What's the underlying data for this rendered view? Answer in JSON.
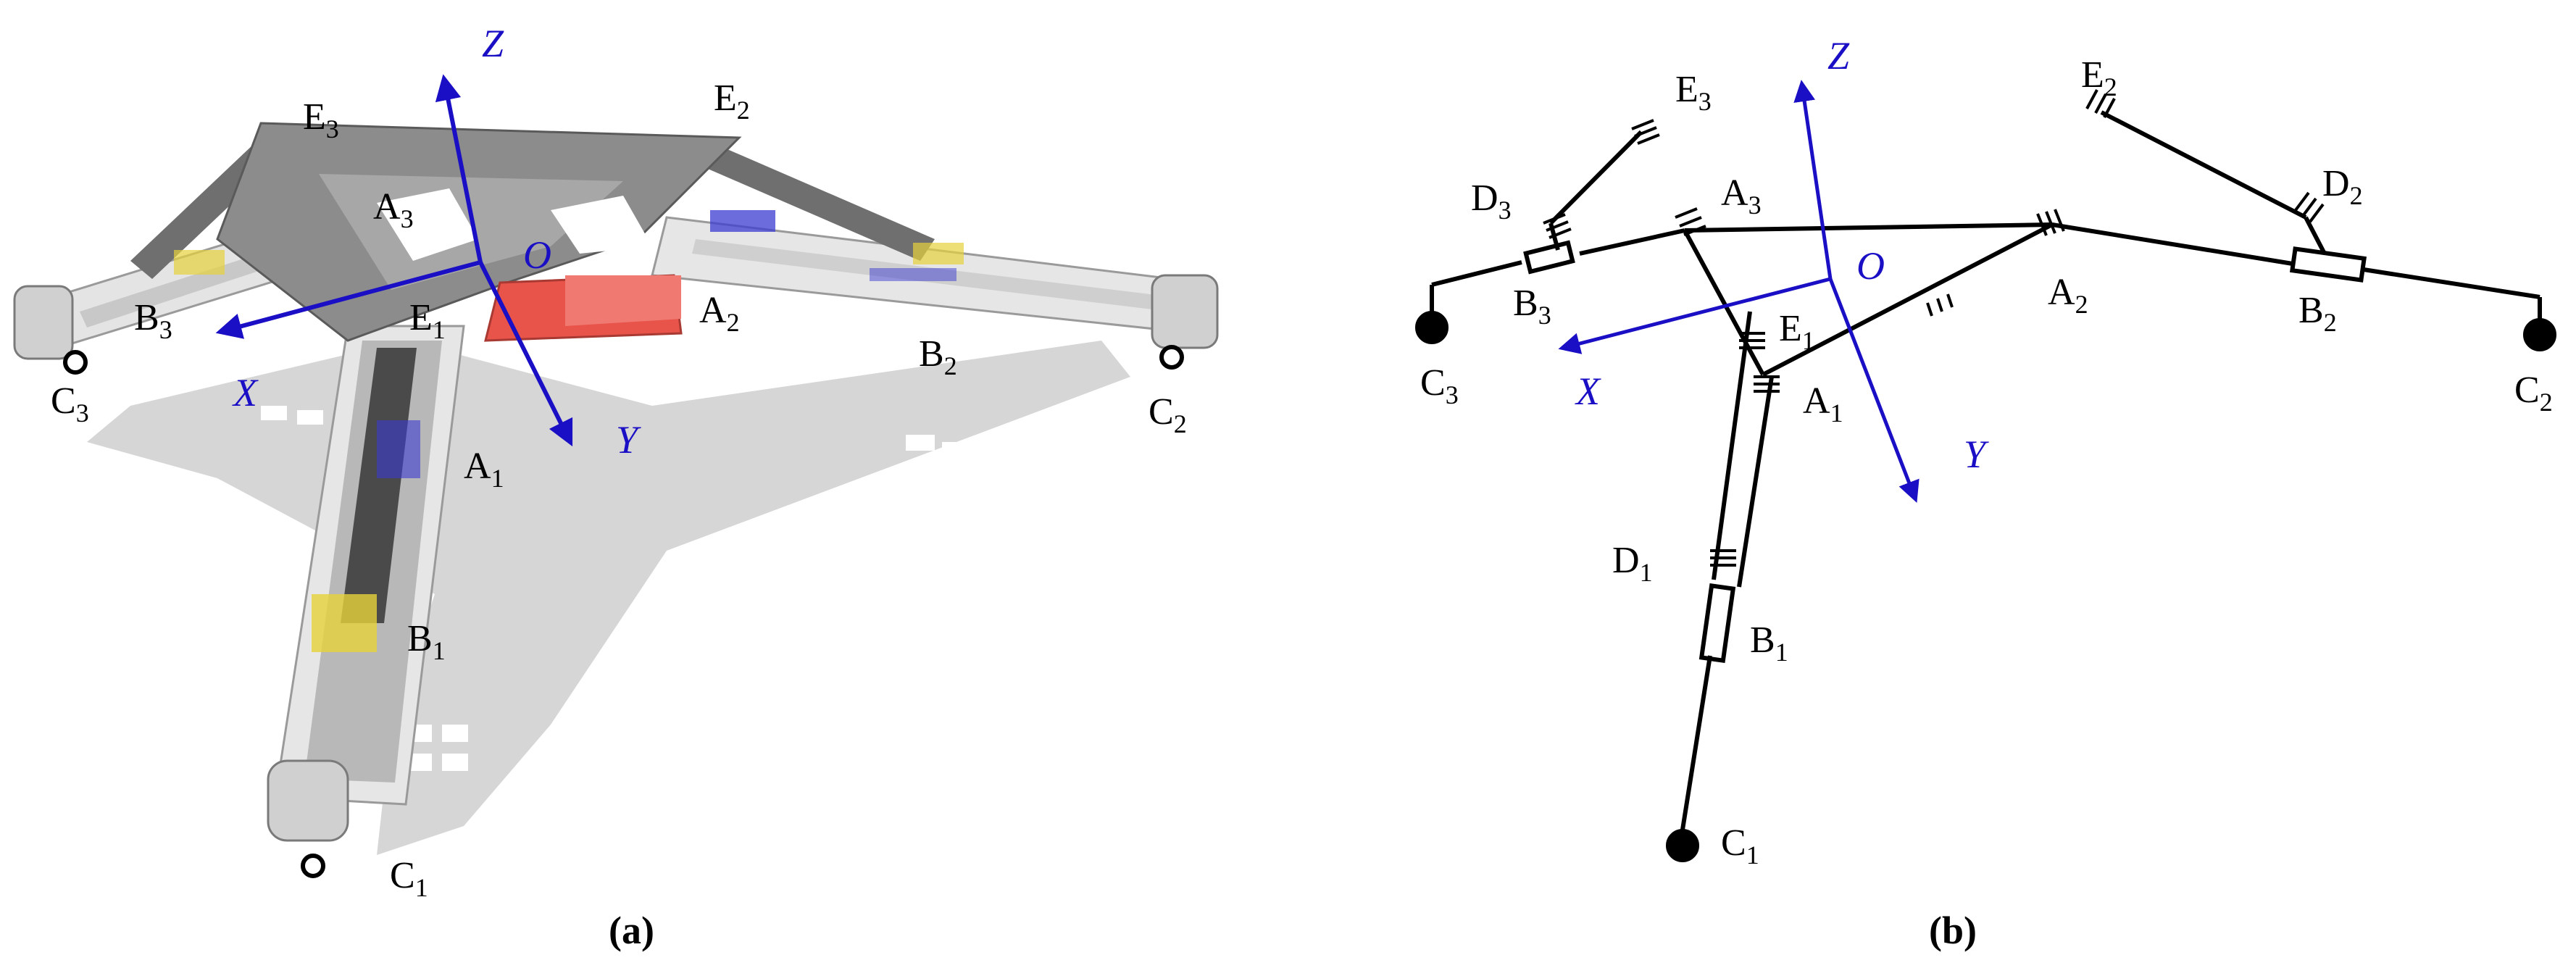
{
  "panel_a": {
    "caption": "(a)",
    "axes": {
      "x": "X",
      "y": "Y",
      "z": "Z",
      "origin": "O"
    },
    "points": [
      {
        "id": "E3",
        "base": "E",
        "sub": "3"
      },
      {
        "id": "E2",
        "base": "E",
        "sub": "2"
      },
      {
        "id": "A3",
        "base": "A",
        "sub": "3"
      },
      {
        "id": "A2",
        "base": "A",
        "sub": "2"
      },
      {
        "id": "E1",
        "base": "E",
        "sub": "1"
      },
      {
        "id": "A1",
        "base": "A",
        "sub": "1"
      },
      {
        "id": "B3",
        "base": "B",
        "sub": "3"
      },
      {
        "id": "B2",
        "base": "B",
        "sub": "2"
      },
      {
        "id": "B1",
        "base": "B",
        "sub": "1"
      },
      {
        "id": "C3",
        "base": "C",
        "sub": "3"
      },
      {
        "id": "C2",
        "base": "C",
        "sub": "2"
      },
      {
        "id": "C1",
        "base": "C",
        "sub": "1"
      }
    ]
  },
  "panel_b": {
    "caption": "(b)",
    "axes": {
      "x": "X",
      "y": "Y",
      "z": "Z",
      "origin": "O"
    },
    "points": [
      {
        "id": "E3",
        "base": "E",
        "sub": "3"
      },
      {
        "id": "E2",
        "base": "E",
        "sub": "2"
      },
      {
        "id": "D3",
        "base": "D",
        "sub": "3"
      },
      {
        "id": "D2",
        "base": "D",
        "sub": "2"
      },
      {
        "id": "A3",
        "base": "A",
        "sub": "3"
      },
      {
        "id": "A2",
        "base": "A",
        "sub": "2"
      },
      {
        "id": "B3",
        "base": "B",
        "sub": "3"
      },
      {
        "id": "B2",
        "base": "B",
        "sub": "2"
      },
      {
        "id": "E1",
        "base": "E",
        "sub": "1"
      },
      {
        "id": "A1",
        "base": "A",
        "sub": "1"
      },
      {
        "id": "D1",
        "base": "D",
        "sub": "1"
      },
      {
        "id": "B1",
        "base": "B",
        "sub": "1"
      },
      {
        "id": "C3",
        "base": "C",
        "sub": "3"
      },
      {
        "id": "C2",
        "base": "C",
        "sub": "2"
      },
      {
        "id": "C1",
        "base": "C",
        "sub": "1"
      }
    ]
  },
  "colors": {
    "axis": "#1a0fc4",
    "frame": "#8c8c8c",
    "frame_dark": "#6f6f6f",
    "highlight": "#e8534a",
    "motor": "#3b3bd0",
    "accent_yellow": "#e6d23a",
    "shadow": "#cfcfcf",
    "line": "#000000"
  }
}
